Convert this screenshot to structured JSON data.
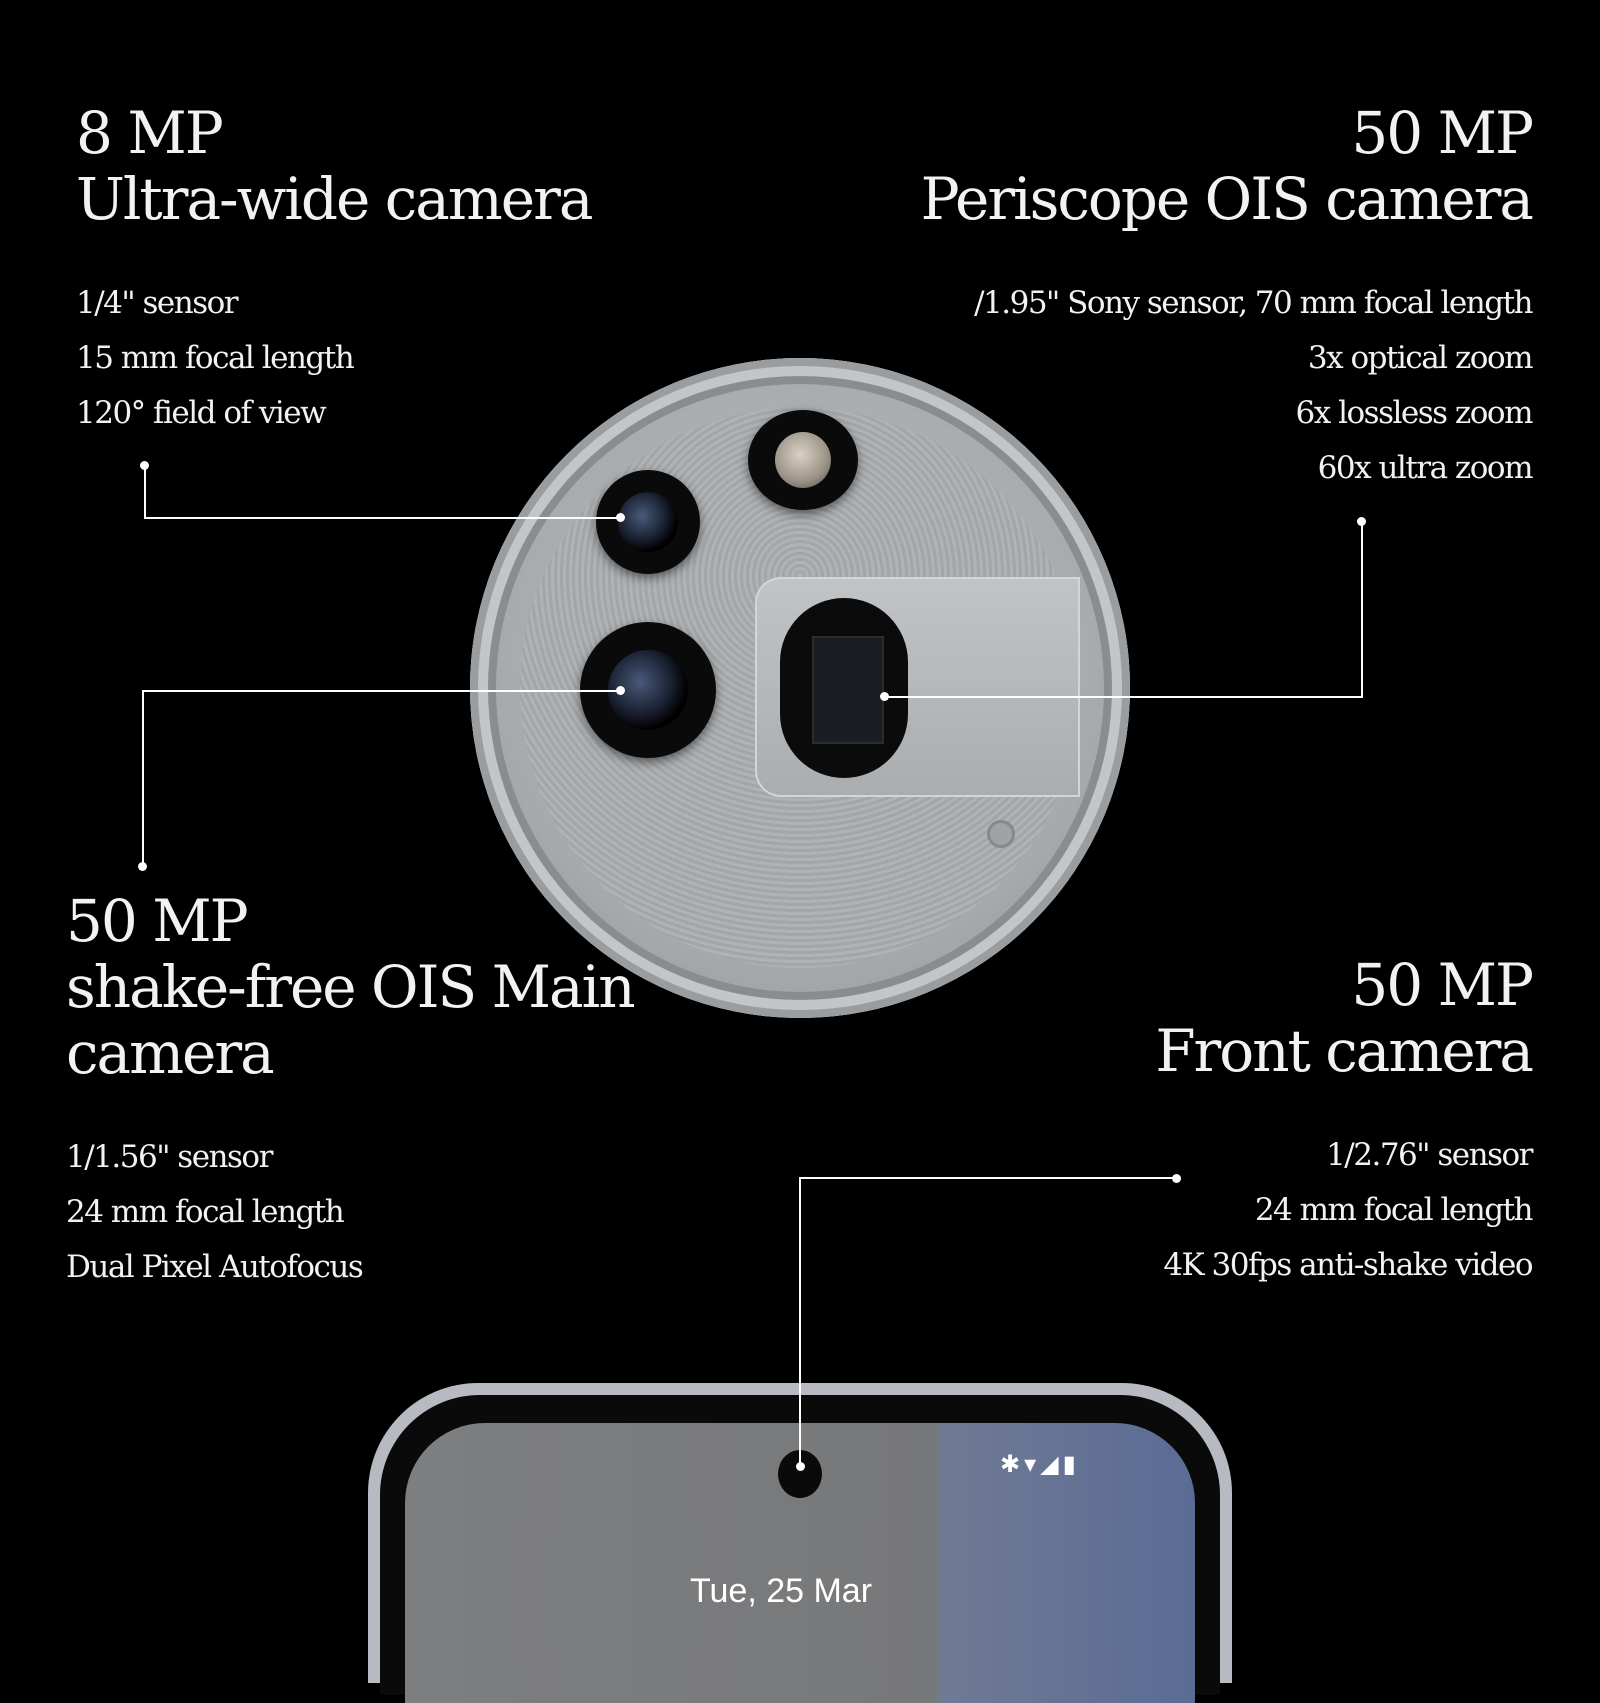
{
  "ultra_wide": {
    "megapixels": "8 MP",
    "title": "Ultra-wide camera",
    "specs": [
      "1/4\" sensor",
      "15 mm focal length",
      "120° field of view"
    ]
  },
  "periscope": {
    "megapixels": "50 MP",
    "title": "Periscope OIS camera",
    "specs": [
      "/1.95\" Sony sensor, 70 mm focal length",
      "3x optical zoom",
      "6x lossless zoom",
      "60x ultra zoom"
    ]
  },
  "main": {
    "megapixels": "50 MP",
    "title_line1": "shake-free OIS Main",
    "title_line2": "camera",
    "specs": [
      "1/1.56\" sensor",
      "24 mm focal length",
      "Dual Pixel Autofocus"
    ]
  },
  "front": {
    "megapixels": "50 MP",
    "title": "Front camera",
    "specs": [
      "1/2.76\" sensor",
      "24 mm focal length",
      "4K 30fps anti-shake video"
    ]
  },
  "phone": {
    "status_icons": "✱▾◢▮",
    "date": "Tue, 25 Mar"
  }
}
